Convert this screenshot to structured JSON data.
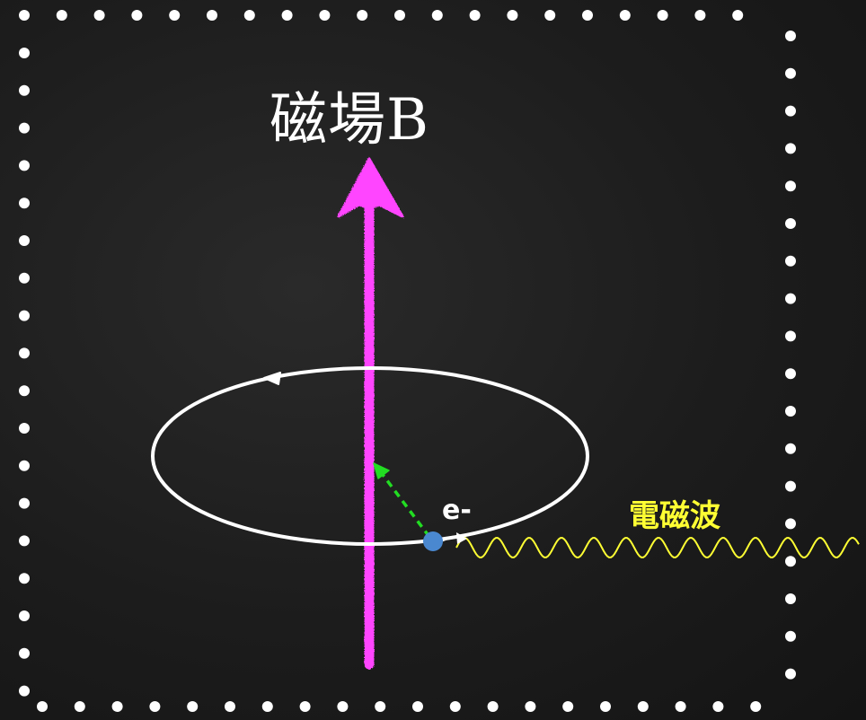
{
  "title": "磁場B",
  "electron_label": "e-",
  "wave_label": "電磁波",
  "colors": {
    "background": "#1b1b1b",
    "border_dots": "#ffffff",
    "magnetic_field_arrow": "#ff44ff",
    "orbit": "#ffffff",
    "electron": "#4a88d0",
    "force_arrow": "#22dd22",
    "wave": "#ffff33",
    "title_text": "#ffffff",
    "wave_text": "#ffff33"
  }
}
